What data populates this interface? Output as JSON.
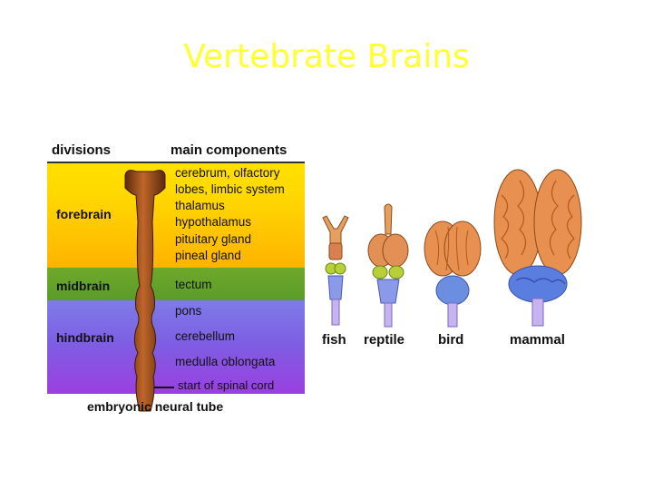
{
  "slide": {
    "title": "Vertebrate Brains"
  },
  "diagram": {
    "header_divisions": "divisions",
    "header_components": "main components",
    "divisions": [
      {
        "label": "forebrain",
        "color": "#ffd400"
      },
      {
        "label": "midbrain",
        "color": "#5f9f2a"
      },
      {
        "label": "hindbrain",
        "color": "#7d5fe3"
      }
    ],
    "components": [
      "cerebrum, olfactory",
      "lobes, limbic system",
      "thalamus",
      "hypothalamus",
      "pituitary gland",
      "pineal gland",
      "tectum",
      "pons",
      "cerebellum",
      "medulla oblongata"
    ],
    "spinal_label": "start of spinal cord",
    "tube_label": "embryonic neural tube"
  },
  "brains": [
    {
      "label": "fish"
    },
    {
      "label": "reptile"
    },
    {
      "label": "bird"
    },
    {
      "label": "mammal"
    }
  ],
  "icons": [
    "neural-tube-illustration",
    "fish-brain-illustration",
    "reptile-brain-illustration",
    "bird-brain-illustration",
    "mammal-brain-illustration"
  ]
}
